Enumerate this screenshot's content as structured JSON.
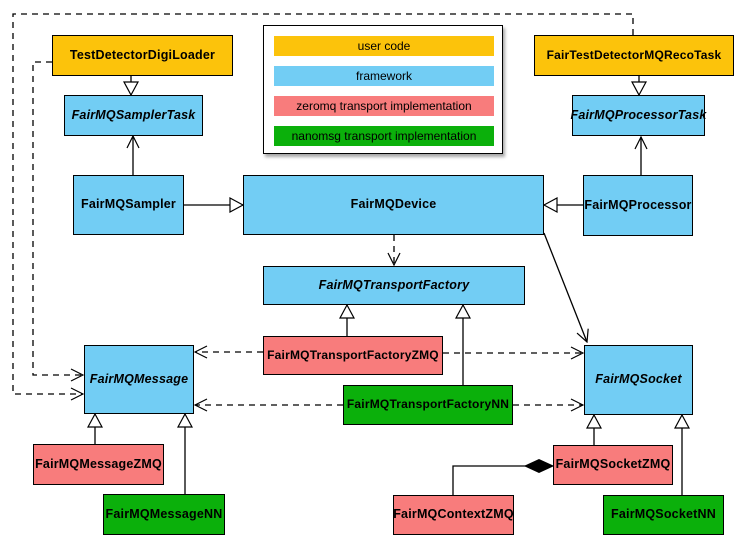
{
  "colors": {
    "user_code": "#fcc30b",
    "framework": "#72cdf4",
    "zeromq": "#f87c7c",
    "nanomsg": "#0bb00b"
  },
  "legend": {
    "items": [
      {
        "label": "user code",
        "color": "user_code"
      },
      {
        "label": "framework",
        "color": "framework"
      },
      {
        "label": "zeromq transport implementation",
        "color": "zeromq"
      },
      {
        "label": "nanomsg transport implementation",
        "color": "nanomsg"
      }
    ]
  },
  "nodes": {
    "digiLoader": {
      "label": "TestDetectorDigiLoader",
      "category": "user_code",
      "abstract": false
    },
    "samplerTask": {
      "label": "FairMQSamplerTask",
      "category": "framework",
      "abstract": true
    },
    "recoTask": {
      "label": "FairTestDetectorMQRecoTask",
      "category": "user_code",
      "abstract": false
    },
    "processorTask": {
      "label": "FairMQProcessorTask",
      "category": "framework",
      "abstract": true
    },
    "sampler": {
      "label": "FairMQSampler",
      "category": "framework",
      "abstract": false
    },
    "device": {
      "label": "FairMQDevice",
      "category": "framework",
      "abstract": false
    },
    "processor": {
      "label": "FairMQProcessor",
      "category": "framework",
      "abstract": false
    },
    "transportFactory": {
      "label": "FairMQTransportFactory",
      "category": "framework",
      "abstract": true
    },
    "transportFactoryZmq": {
      "label": "FairMQTransportFactoryZMQ",
      "category": "zeromq",
      "abstract": false
    },
    "transportFactoryNn": {
      "label": "FairMQTransportFactoryNN",
      "category": "nanomsg",
      "abstract": false
    },
    "message": {
      "label": "FairMQMessage",
      "category": "framework",
      "abstract": true
    },
    "messageZmq": {
      "label": "FairMQMessageZMQ",
      "category": "zeromq",
      "abstract": false
    },
    "messageNn": {
      "label": "FairMQMessageNN",
      "category": "nanomsg",
      "abstract": false
    },
    "socket": {
      "label": "FairMQSocket",
      "category": "framework",
      "abstract": true
    },
    "socketZmq": {
      "label": "FairMQSocketZMQ",
      "category": "zeromq",
      "abstract": false
    },
    "contextZmq": {
      "label": "FairMQContextZMQ",
      "category": "zeromq",
      "abstract": false
    },
    "socketNn": {
      "label": "FairMQSocketNN",
      "category": "nanomsg",
      "abstract": false
    }
  },
  "edges": [
    {
      "from": "TestDetectorDigiLoader",
      "to": "FairMQSamplerTask",
      "type": "inheritance"
    },
    {
      "from": "FairTestDetectorMQRecoTask",
      "to": "FairMQProcessorTask",
      "type": "inheritance"
    },
    {
      "from": "FairMQSampler",
      "to": "FairMQSamplerTask",
      "type": "association"
    },
    {
      "from": "FairMQProcessor",
      "to": "FairMQProcessorTask",
      "type": "association"
    },
    {
      "from": "FairMQSampler",
      "to": "FairMQDevice",
      "type": "inheritance"
    },
    {
      "from": "FairMQProcessor",
      "to": "FairMQDevice",
      "type": "inheritance"
    },
    {
      "from": "FairMQDevice",
      "to": "FairMQTransportFactory",
      "type": "dependency"
    },
    {
      "from": "FairMQDevice",
      "to": "FairMQSocket",
      "type": "association"
    },
    {
      "from": "FairMQTransportFactoryZMQ",
      "to": "FairMQTransportFactory",
      "type": "inheritance"
    },
    {
      "from": "FairMQTransportFactoryNN",
      "to": "FairMQTransportFactory",
      "type": "inheritance"
    },
    {
      "from": "FairMQTransportFactoryZMQ",
      "to": "FairMQMessage",
      "type": "dependency"
    },
    {
      "from": "FairMQTransportFactoryZMQ",
      "to": "FairMQSocket",
      "type": "dependency"
    },
    {
      "from": "FairMQTransportFactoryNN",
      "to": "FairMQMessage",
      "type": "dependency"
    },
    {
      "from": "FairMQTransportFactoryNN",
      "to": "FairMQSocket",
      "type": "dependency"
    },
    {
      "from": "TestDetectorDigiLoader",
      "to": "FairMQMessage",
      "type": "dependency"
    },
    {
      "from": "FairTestDetectorMQRecoTask",
      "to": "FairMQMessage",
      "type": "dependency"
    },
    {
      "from": "FairMQMessageZMQ",
      "to": "FairMQMessage",
      "type": "inheritance"
    },
    {
      "from": "FairMQMessageNN",
      "to": "FairMQMessage",
      "type": "inheritance"
    },
    {
      "from": "FairMQSocketZMQ",
      "to": "FairMQSocket",
      "type": "inheritance"
    },
    {
      "from": "FairMQSocketNN",
      "to": "FairMQSocket",
      "type": "inheritance"
    },
    {
      "from": "FairMQSocketZMQ",
      "to": "FairMQContextZMQ",
      "type": "composition"
    }
  ]
}
